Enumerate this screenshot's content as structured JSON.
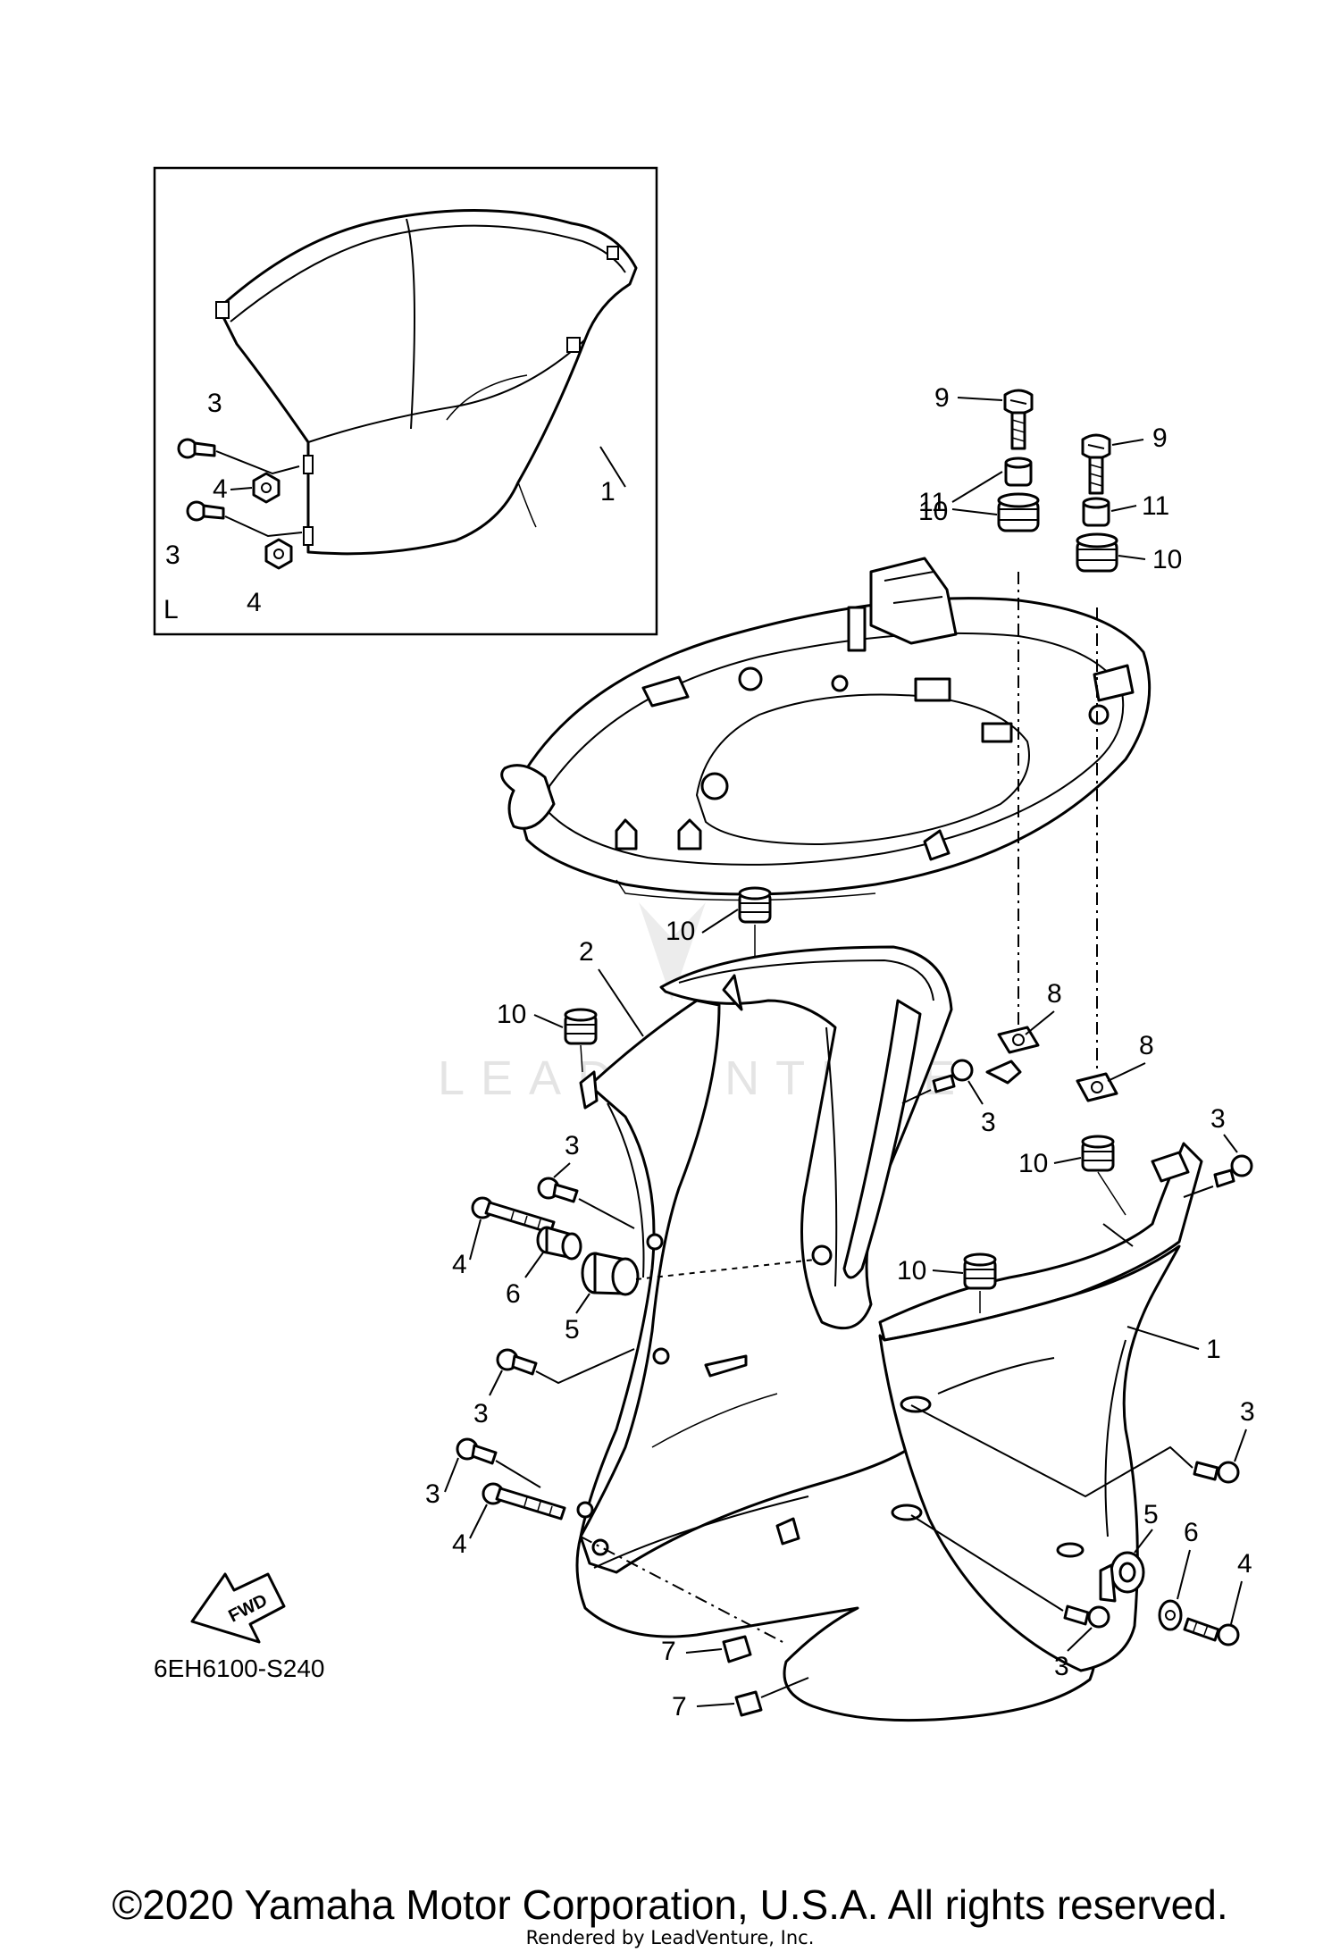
{
  "diagram": {
    "inset_view_label": "L",
    "part_code": "6EH6100-S240",
    "fwd_arrow_label": "FWD",
    "watermark": "LEADVENTURE",
    "callouts": {
      "main": [
        "1",
        "2",
        "3",
        "3",
        "3",
        "3",
        "3",
        "3",
        "3",
        "4",
        "4",
        "4",
        "5",
        "5",
        "6",
        "6",
        "7",
        "7",
        "8",
        "8",
        "9",
        "9",
        "10",
        "10",
        "10",
        "10",
        "10",
        "10",
        "11",
        "11"
      ],
      "inset": [
        "1",
        "3",
        "3",
        "4",
        "4"
      ]
    }
  },
  "footer": {
    "copyright": "©2020 Yamaha Motor Corporation, U.S.A. All rights reserved.",
    "rendered_by": "Rendered by LeadVenture, Inc."
  }
}
